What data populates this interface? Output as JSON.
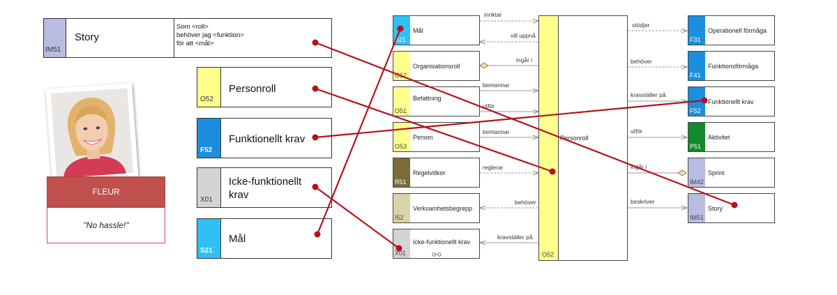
{
  "story_card": {
    "code": "IM51",
    "title": "Story",
    "template_lines": [
      "Som <roll>",
      "behöver jag <funktion>",
      "för att <mål>"
    ],
    "color": "#b8bce0"
  },
  "persona": {
    "name": "FLEUR",
    "quote": "\"No hassle!\"",
    "header_color": "#c0504d"
  },
  "left_cards": [
    {
      "code": "O52",
      "label_lines": [
        "Personroll"
      ],
      "color": "#ffff8c"
    },
    {
      "code": "F52",
      "label_lines": [
        "Funktionellt krav"
      ],
      "color": "#1b8fde"
    },
    {
      "code": "X01",
      "label_lines": [
        "Icke-funktionellt",
        "krav"
      ],
      "color": "#d4d4d4"
    },
    {
      "code": "S21",
      "label_lines": [
        "Mål"
      ],
      "color": "#2fc0f5"
    }
  ],
  "diagram": {
    "center": {
      "code": "O52",
      "label": "Personroll",
      "color": "#ffff8c"
    },
    "left_boxes": [
      {
        "code": "S21",
        "label": "Mål",
        "color": "#2fc0f5"
      },
      {
        "code": "O12",
        "label": "Organisationsroll",
        "color": "#ffff8c"
      },
      {
        "code": "O51",
        "label": "Befattning",
        "color": "#ffff8c"
      },
      {
        "code": "O53",
        "label": "Person",
        "color": "#ffff8c"
      },
      {
        "code": "R51",
        "label": "Regelvillkor",
        "color": "#7a6a3c"
      },
      {
        "code": "I52",
        "label": "Verksamhetsbegrepp",
        "color": "#d8d4a8"
      },
      {
        "code": "X01",
        "label": "Icke-funktionellt krav",
        "color": "#d4d4d4"
      }
    ],
    "right_boxes": [
      {
        "code": "F31",
        "label": "Operationell förmåga",
        "color": "#1b8fde"
      },
      {
        "code": "F41",
        "label": "Funktionsförmåga",
        "color": "#1b8fde"
      },
      {
        "code": "F52",
        "label": "Funktionellt krav",
        "color": "#1b8fde"
      },
      {
        "code": "P51",
        "label": "Aktivitet",
        "color": "#128a2e"
      },
      {
        "code": "IM42",
        "label": "Sprint",
        "color": "#b8bce0"
      },
      {
        "code": "IM51",
        "label": "Story",
        "color": "#b8bce0"
      }
    ],
    "left_relations": [
      "inriktar",
      "vill uppnå",
      "ingår i",
      "bemannar",
      "utför",
      "bemannar",
      "reglerar",
      "behöver",
      "kravställer på"
    ],
    "right_relations": [
      "stödjer",
      "behöver",
      "kravställer på",
      "utför",
      "ingår i",
      "beskriver"
    ]
  },
  "colors": {
    "connector": "#b5121b",
    "accent": "#c0504d"
  }
}
